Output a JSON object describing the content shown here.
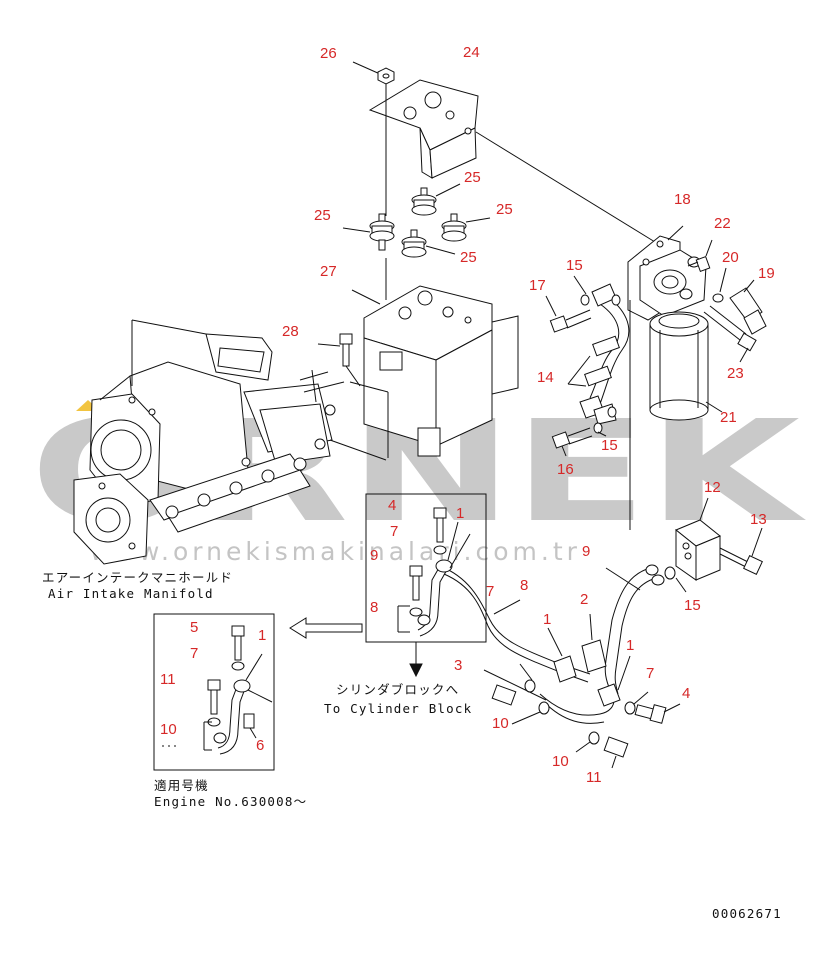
{
  "watermark": {
    "brand": "ORNEK",
    "site": "www.ornekismakinalari.com.tr"
  },
  "captions": {
    "manifold_jp": "エアーインテークマニホールド",
    "manifold_en": "Air Intake Manifold",
    "cylinder_jp": "シリンダブロックへ",
    "cylinder_en": "To Cylinder Block",
    "engine_jp": "適用号機",
    "engine_en": "Engine No.630008〜",
    "drawing_no": "00062671"
  },
  "callouts": {
    "c1": "26",
    "c2": "24",
    "c3": "25",
    "c4": "25",
    "c5": "25",
    "c6": "25",
    "c7": "27",
    "c8": "28",
    "c9": "18",
    "c10": "22",
    "c11": "20",
    "c12": "19",
    "c13": "15",
    "c14": "17",
    "c15": "14",
    "c16": "23",
    "c17": "21",
    "c18": "16",
    "c19": "15",
    "c20": "12",
    "c21": "13",
    "c22": "15",
    "c23": "9",
    "c24": "2",
    "c25": "1",
    "c26": "7",
    "c27": "4",
    "c28": "4",
    "c29": "1",
    "c30": "7",
    "c31": "9",
    "c32": "8",
    "c33": "7",
    "c34": "8",
    "c35": "1",
    "c36": "3",
    "c37": "10",
    "c38": "10",
    "c39": "11",
    "c40": "5",
    "c41": "1",
    "c42": "7",
    "c43": "11",
    "c44": "10",
    "c45": "6"
  }
}
